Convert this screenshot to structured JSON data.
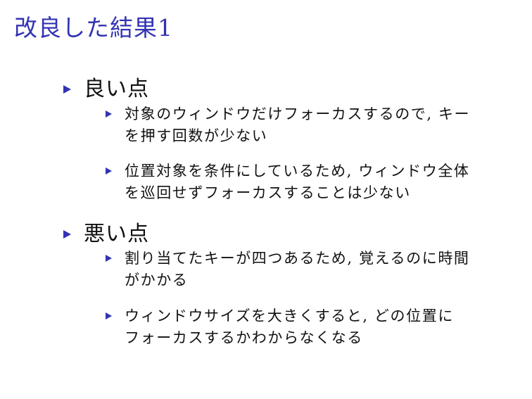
{
  "slide": {
    "title": "改良した結果1",
    "colors": {
      "title": "#3333b3",
      "bullet": "#3333b3",
      "text": "#111111",
      "background": "#ffffff"
    },
    "sections": [
      {
        "heading": "良い点",
        "bullet_icon": "triangle-right-bullet",
        "items": [
          {
            "lines": [
              "対象のウィンドウだけフォーカスするので, キー",
              "を押す回数が少ない"
            ]
          },
          {
            "lines": [
              "位置対象を条件にしているため, ウィンドウ全体",
              "を巡回せずフォーカスすることは少ない"
            ]
          }
        ]
      },
      {
        "heading": "悪い点",
        "bullet_icon": "triangle-right-bullet",
        "items": [
          {
            "lines": [
              "割り当てたキーが四つあるため, 覚えるのに時間",
              "がかかる"
            ]
          },
          {
            "lines": [
              "ウィンドウサイズを大きくすると, どの位置に",
              "フォーカスするかわからなくなる"
            ]
          }
        ]
      }
    ]
  }
}
